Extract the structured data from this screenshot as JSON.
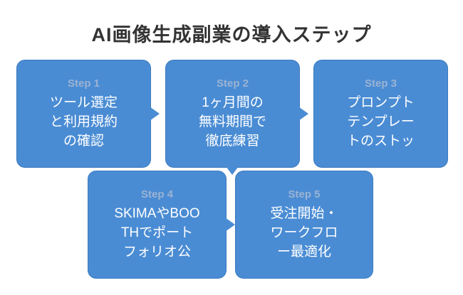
{
  "title": "AI画像生成副業の導入ステップ",
  "colors": {
    "box_fill": "#4A8CD4",
    "box_border": "#3A7ABF",
    "step_label": "#9BB3D3",
    "body_text": "#FFFFFF",
    "title_color": "#333333"
  },
  "steps": [
    {
      "label": "Step 1",
      "text": "ツール選定\nと利用規約\nの確認"
    },
    {
      "label": "Step 2",
      "text": "1ヶ月間の\n無料期間で\n徹底練習"
    },
    {
      "label": "Step 3",
      "text": "プロンプト\nテンプレー\nトのストッ"
    },
    {
      "label": "Step 4",
      "text": "SKIMAやBOO\nTHでポート\nフォリオ公"
    },
    {
      "label": "Step 5",
      "text": "受注開始・\nワークフロ\nー最適化"
    }
  ]
}
